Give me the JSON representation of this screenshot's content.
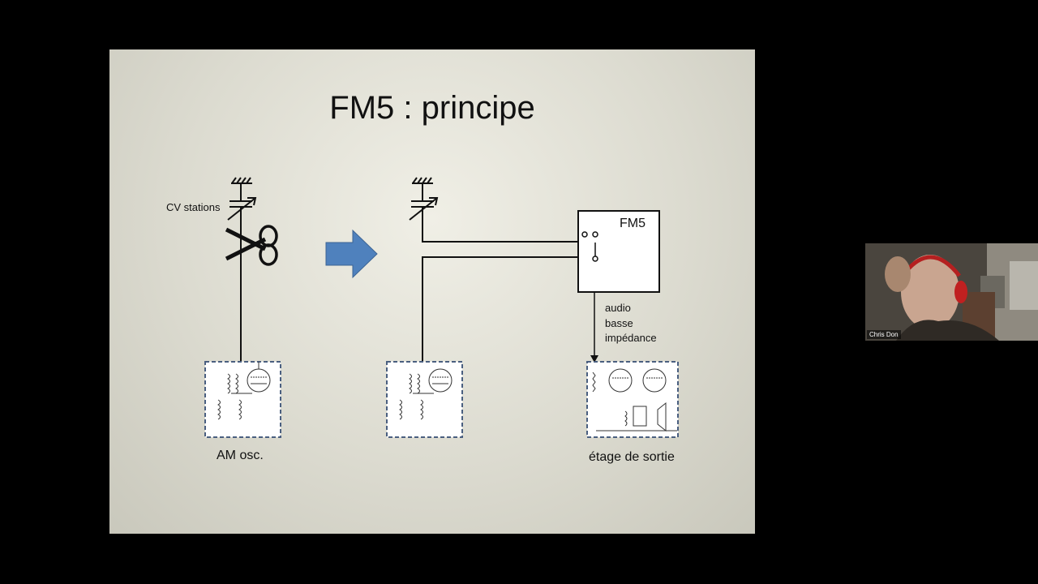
{
  "slide": {
    "title": "FM5 : principe",
    "cv_label": "CV stations",
    "fm5_label": "FM5",
    "audio_lines": [
      "audio",
      "basse",
      "impédance"
    ],
    "am_osc_label": "AM osc.",
    "output_stage_label": "étage de sortie"
  },
  "video": {
    "participant_name": "Chris Don"
  },
  "colors": {
    "slide_bg": "#e6e5dc",
    "arrow": "#4f81bd",
    "box_border": "#4a5f80",
    "background": "#000000"
  },
  "icons": [
    "scissors-icon",
    "arrow-right-icon",
    "ground-symbol-icon",
    "variable-capacitor-icon",
    "switch-icon"
  ]
}
